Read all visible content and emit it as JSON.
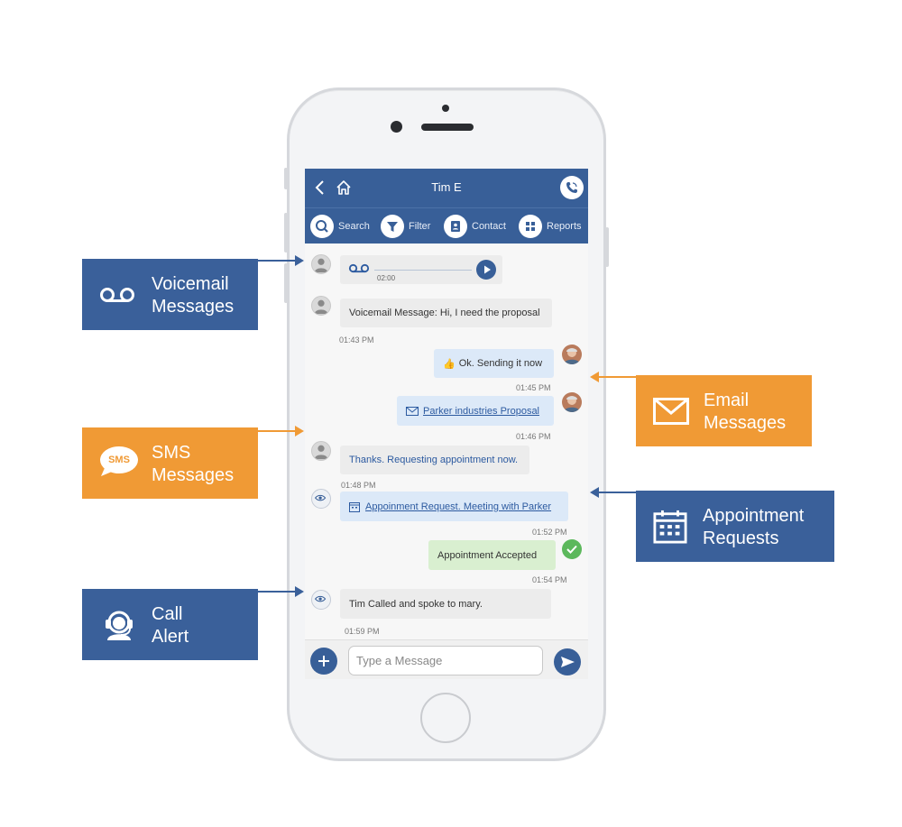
{
  "header": {
    "contact_name": "Tim E"
  },
  "toolbar": {
    "items": [
      {
        "label": "Search",
        "icon": "search-icon"
      },
      {
        "label": "Filter",
        "icon": "filter-icon"
      },
      {
        "label": "Contact",
        "icon": "contact-icon"
      },
      {
        "label": "Reports",
        "icon": "reports-icon"
      }
    ]
  },
  "messages": [
    {
      "type": "voicemail",
      "duration": "02:00",
      "direction": "incoming"
    },
    {
      "type": "text",
      "text": "Voicemail Message: Hi, I need the proposal",
      "time": "01:43 PM",
      "direction": "incoming"
    },
    {
      "type": "text",
      "text": "Ok. Sending it now",
      "time": "01:45 PM",
      "direction": "outgoing"
    },
    {
      "type": "email",
      "text": "Parker industries Proposal",
      "time": "01:46 PM",
      "direction": "outgoing"
    },
    {
      "type": "sms",
      "text": "Thanks. Requesting appointment now.",
      "time": "01:48 PM",
      "direction": "incoming"
    },
    {
      "type": "appointment",
      "text": "Appoinment Request. Meeting with Parker",
      "time": "01:52 PM",
      "direction": "incoming"
    },
    {
      "type": "text",
      "text": "Appointment Accepted",
      "time": "01:54 PM",
      "direction": "outgoing"
    },
    {
      "type": "call",
      "text": "Tim Called and spoke to mary.",
      "time": "01:59 PM",
      "direction": "incoming"
    }
  ],
  "composer": {
    "placeholder": "Type a Message"
  },
  "callouts": {
    "voicemail": {
      "line1": "Voicemail",
      "line2": "Messages"
    },
    "email": {
      "line1": "Email",
      "line2": "Messages"
    },
    "sms": {
      "line1": "SMS",
      "line2": "Messages",
      "icon_text": "SMS"
    },
    "appointment": {
      "line1": "Appointment",
      "line2": "Requests"
    },
    "call": {
      "line1": "Call",
      "line2": "Alert"
    }
  },
  "colors": {
    "brand_blue": "#385f98",
    "callout_blue": "#3a609a",
    "callout_orange": "#f09a35",
    "accepted_green": "#5cb85c"
  }
}
